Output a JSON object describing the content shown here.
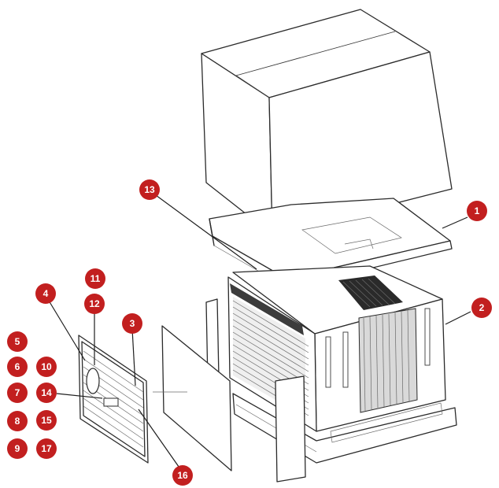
{
  "callouts": [
    {
      "id": "c1",
      "label": "1"
    },
    {
      "id": "c2",
      "label": "2"
    },
    {
      "id": "c3",
      "label": "3"
    },
    {
      "id": "c4",
      "label": "4"
    },
    {
      "id": "c5",
      "label": "5"
    },
    {
      "id": "c6",
      "label": "6"
    },
    {
      "id": "c7",
      "label": "7"
    },
    {
      "id": "c8",
      "label": "8"
    },
    {
      "id": "c9",
      "label": "9"
    },
    {
      "id": "c10",
      "label": "10"
    },
    {
      "id": "c11",
      "label": "11"
    },
    {
      "id": "c12",
      "label": "12"
    },
    {
      "id": "c13",
      "label": "13"
    },
    {
      "id": "c14",
      "label": "14"
    },
    {
      "id": "c15",
      "label": "15"
    },
    {
      "id": "c16",
      "label": "16"
    },
    {
      "id": "c17",
      "label": "17"
    }
  ],
  "colors": {
    "callout_fill": "#c21f1f",
    "callout_text": "#ffffff",
    "line": "#2b2b2b"
  }
}
